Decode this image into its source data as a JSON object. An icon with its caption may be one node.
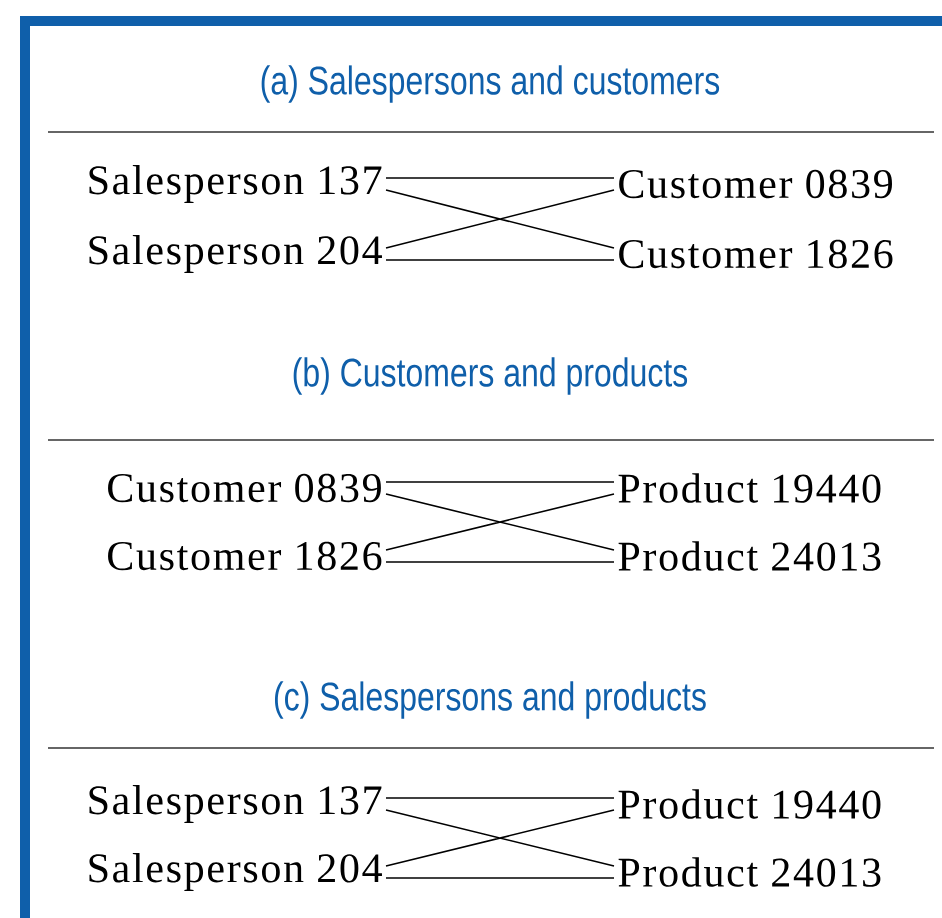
{
  "diagram": {
    "nodes": [
      {
        "text": [
          "Salesperson 137"
        ]
      },
      {
        "text": [
          "Salesperson 204"
        ]
      },
      {
        "text": [
          "Customer 0839"
        ]
      },
      {
        "text": [
          "Customer 1826"
        ]
      },
      {
        "text": [
          "Customer 0839"
        ]
      },
      {
        "text": [
          "Customer 1826"
        ]
      },
      {
        "text": [
          "Product 19440"
        ]
      },
      {
        "text": [
          "Product 24013"
        ]
      },
      {
        "text": [
          "Salesperson 137"
        ]
      },
      {
        "text": [
          "Salesperson 204"
        ]
      },
      {
        "text": [
          "Product 19440"
        ]
      },
      {
        "text": [
          "Product 24013"
        ]
      }
    ],
    "edges": [
      {
        "from": 0,
        "to": 2,
        "arrow": "none"
      },
      {
        "from": 0,
        "to": 3,
        "arrow": "none"
      },
      {
        "from": 1,
        "to": 2,
        "arrow": "none"
      },
      {
        "from": 1,
        "to": 3,
        "arrow": "none"
      },
      {
        "from": 4,
        "to": 6,
        "arrow": "none"
      },
      {
        "from": 4,
        "to": 7,
        "arrow": "none"
      },
      {
        "from": 5,
        "to": 6,
        "arrow": "none"
      },
      {
        "from": 5,
        "to": 7,
        "arrow": "none"
      },
      {
        "from": 8,
        "to": 10,
        "arrow": "none"
      },
      {
        "from": 8,
        "to": 11,
        "arrow": "none"
      },
      {
        "from": 9,
        "to": 10,
        "arrow": "none"
      },
      {
        "from": 9,
        "to": 11,
        "arrow": "none"
      }
    ],
    "labels": [
      "(a) Salespersons and customers",
      "(b) Customers and products",
      "(c) Salespersons and products"
    ]
  }
}
